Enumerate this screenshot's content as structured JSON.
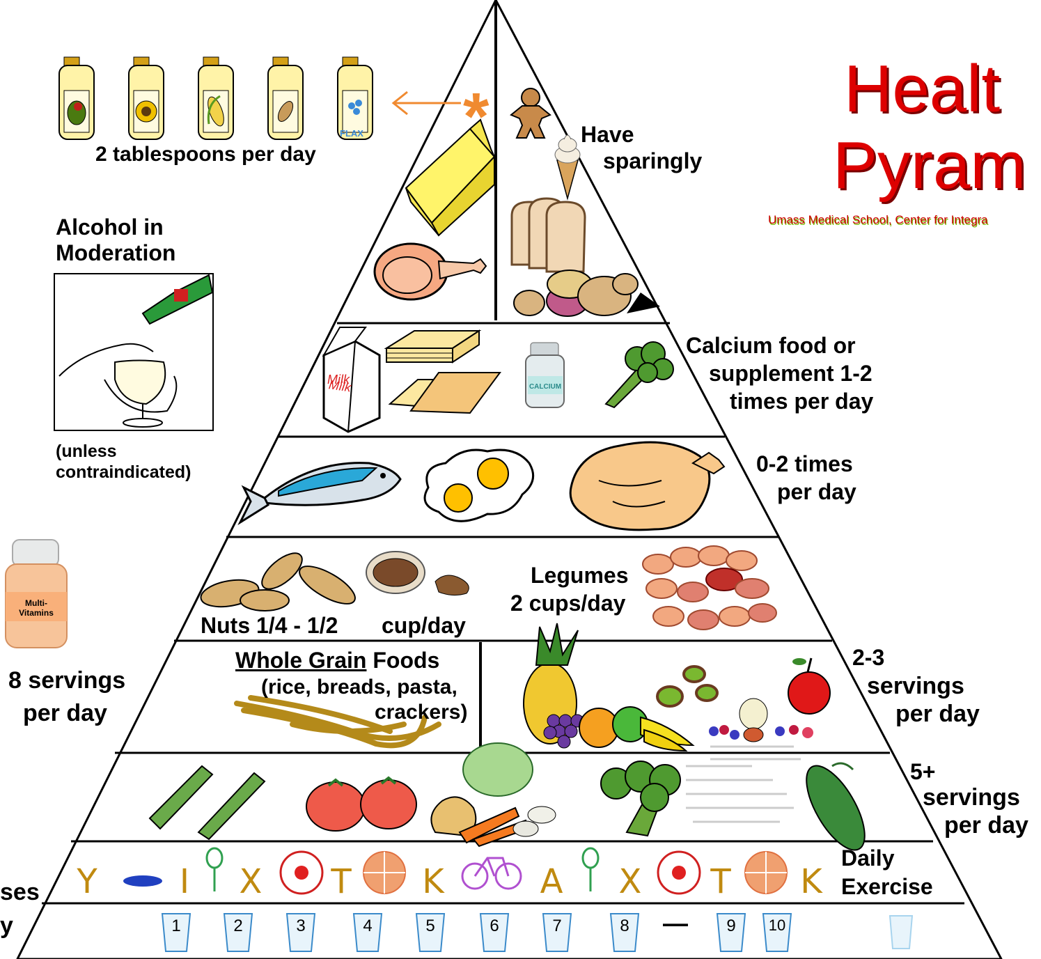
{
  "title": {
    "line1": "Healt",
    "line2": "Pyram",
    "credit": "Umass Medical School, Center for Integra"
  },
  "oils": {
    "caption": "2 tablespoons per day",
    "flax_label": "FLAX"
  },
  "top_section": {
    "label_line1": "Have",
    "label_line2": "sparingly"
  },
  "alcohol": {
    "line1": "Alcohol in",
    "line2": "Moderation",
    "note_line1": "(unless",
    "note_line2": "contraindicated)"
  },
  "calcium": {
    "line1": "Calcium food or",
    "line2": "supplement 1-2",
    "line3": "times per day",
    "milk_label": "Milk",
    "bottle_label": "CALCIUM"
  },
  "protein": {
    "line1": "0-2 times",
    "line2": "per day"
  },
  "nuts_legumes": {
    "nuts_label": "Nuts 1/4 - 1/2",
    "nuts_unit": "cup/day",
    "legumes_line1": "Legumes",
    "legumes_line2": "2 cups/day"
  },
  "vitamins": {
    "bottle_line1": "Multi-",
    "bottle_line2": "Vitamins"
  },
  "grains": {
    "title_underlined": "Whole Grain",
    "title_rest": " Foods",
    "line2": "(rice, breads, pasta,",
    "line3": "crackers)",
    "servings_line1": "8 servings",
    "servings_line2": "per day"
  },
  "fruits": {
    "line1": "2-3",
    "line2": "servings",
    "line3": "per day"
  },
  "vegetables": {
    "line1": "5+",
    "line2": "servings",
    "line3": "per day"
  },
  "exercise": {
    "line1": "Daily",
    "line2": "Exercise"
  },
  "water": {
    "left_partial_1": "ses",
    "left_partial_2": "y",
    "cups": [
      "1",
      "2",
      "3",
      "4",
      "5",
      "6",
      "7",
      "8",
      "9",
      "10"
    ],
    "dash": "—"
  },
  "colors": {
    "title_red": "#dd0000",
    "outline": "#000000"
  }
}
